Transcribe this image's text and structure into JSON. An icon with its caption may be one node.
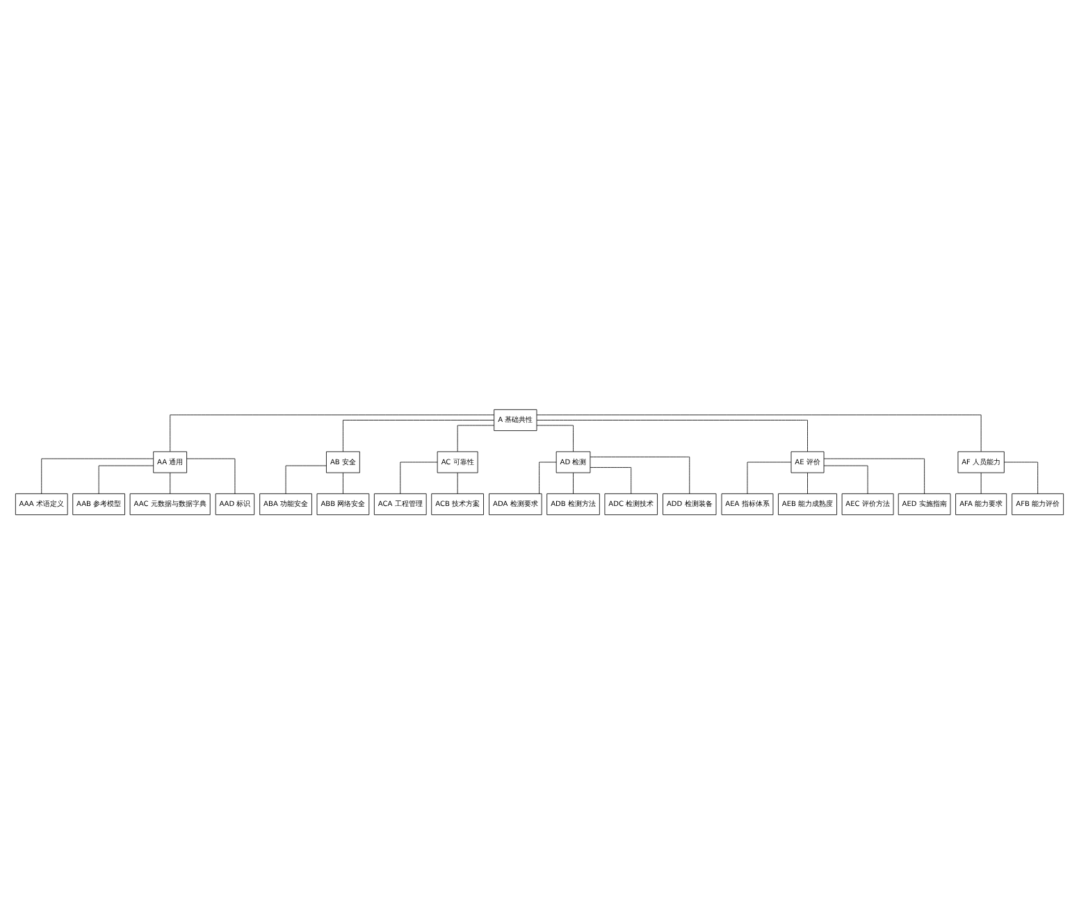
{
  "diagram": {
    "nodes": [
      {
        "text": [
          "A 基础共性"
        ]
      },
      {
        "text": [
          "AA 通用"
        ]
      },
      {
        "text": [
          "AB 安全"
        ]
      },
      {
        "text": [
          "AC 可靠性"
        ]
      },
      {
        "text": [
          "AD 检测"
        ]
      },
      {
        "text": [
          "AE 评价"
        ]
      },
      {
        "text": [
          "AF 人员能力"
        ]
      },
      {
        "text": [
          "AAA 术语定义"
        ]
      },
      {
        "text": [
          "AAB 参考模型"
        ]
      },
      {
        "text": [
          "AAC 元数据与数据字典"
        ]
      },
      {
        "text": [
          "AAD 标识"
        ]
      },
      {
        "text": [
          "ABA 功能安全"
        ]
      },
      {
        "text": [
          "ABB 网络安全"
        ]
      },
      {
        "text": [
          "ACA 工程管理"
        ]
      },
      {
        "text": [
          "ACB 技术方案"
        ]
      },
      {
        "text": [
          "ADA 检测要求"
        ]
      },
      {
        "text": [
          "ADB 检测方法"
        ]
      },
      {
        "text": [
          "ADC 检测技术"
        ]
      },
      {
        "text": [
          "ADD 检测装备"
        ]
      },
      {
        "text": [
          "AEA 指标体系"
        ]
      },
      {
        "text": [
          "AEB 能力成熟度"
        ]
      },
      {
        "text": [
          "AEC 评价方法"
        ]
      },
      {
        "text": [
          "AED 实施指南"
        ]
      },
      {
        "text": [
          "AFA 能力要求"
        ]
      },
      {
        "text": [
          "AFB 能力评价"
        ]
      }
    ],
    "edges": [
      {
        "from": 0,
        "to": 1,
        "arrow": "none"
      },
      {
        "from": 0,
        "to": 2,
        "arrow": "none"
      },
      {
        "from": 0,
        "to": 3,
        "arrow": "none"
      },
      {
        "from": 0,
        "to": 4,
        "arrow": "none"
      },
      {
        "from": 0,
        "to": 5,
        "arrow": "none"
      },
      {
        "from": 0,
        "to": 6,
        "arrow": "none"
      },
      {
        "from": 1,
        "to": 7,
        "arrow": "none"
      },
      {
        "from": 1,
        "to": 8,
        "arrow": "none"
      },
      {
        "from": 1,
        "to": 9,
        "arrow": "none"
      },
      {
        "from": 1,
        "to": 10,
        "arrow": "none"
      },
      {
        "from": 2,
        "to": 11,
        "arrow": "none"
      },
      {
        "from": 2,
        "to": 12,
        "arrow": "none"
      },
      {
        "from": 3,
        "to": 13,
        "arrow": "none"
      },
      {
        "from": 3,
        "to": 14,
        "arrow": "none"
      },
      {
        "from": 4,
        "to": 15,
        "arrow": "none"
      },
      {
        "from": 4,
        "to": 16,
        "arrow": "none"
      },
      {
        "from": 4,
        "to": 17,
        "arrow": "none"
      },
      {
        "from": 4,
        "to": 18,
        "arrow": "none"
      },
      {
        "from": 5,
        "to": 19,
        "arrow": "none"
      },
      {
        "from": 5,
        "to": 20,
        "arrow": "none"
      },
      {
        "from": 5,
        "to": 21,
        "arrow": "none"
      },
      {
        "from": 5,
        "to": 22,
        "arrow": "none"
      },
      {
        "from": 6,
        "to": 23,
        "arrow": "none"
      },
      {
        "from": 6,
        "to": 24,
        "arrow": "none"
      }
    ]
  }
}
